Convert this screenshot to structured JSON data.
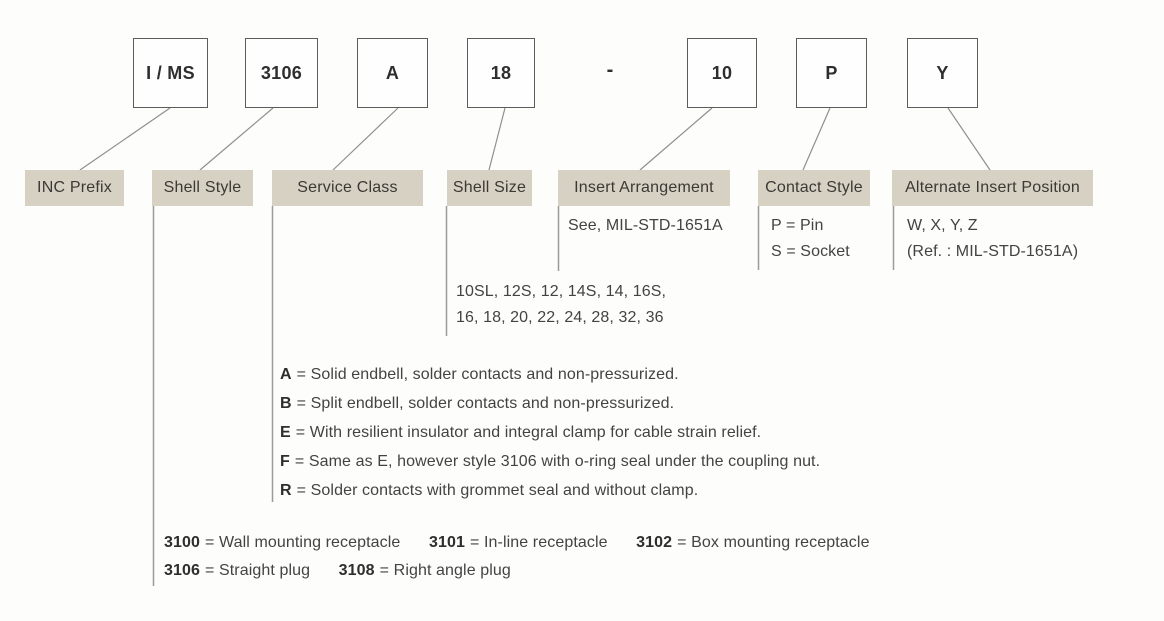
{
  "part_code": {
    "separator": "-",
    "segments": [
      {
        "value": "I / MS",
        "label": "INC Prefix"
      },
      {
        "value": "3106",
        "label": "Shell Style"
      },
      {
        "value": "A",
        "label": "Service Class"
      },
      {
        "value": "18",
        "label": "Shell Size"
      },
      {
        "value": "10",
        "label": "Insert Arrangement"
      },
      {
        "value": "P",
        "label": "Contact Style"
      },
      {
        "value": "Y",
        "label": "Alternate Insert Position"
      }
    ]
  },
  "labels": {
    "inc_prefix": "INC Prefix",
    "shell_style": "Shell Style",
    "service_class": "Service Class",
    "shell_size": "Shell Size",
    "insert_arrangement": "Insert Arrangement",
    "contact_style": "Contact Style",
    "alternate_insert_position": "Alternate Insert Position"
  },
  "notes": {
    "insert_arrangement": "See, MIL-STD-1651A",
    "contact_style": [
      "P = Pin",
      "S = Socket"
    ],
    "alternate_insert_position": [
      "W, X, Y, Z",
      "(Ref. : MIL-STD-1651A)"
    ],
    "shell_size": [
      "10SL, 12S, 12, 14S, 14, 16S,",
      "16, 18, 20, 22, 24, 28, 32, 36"
    ]
  },
  "service_class_options": [
    {
      "code": "A",
      "desc": "= Solid endbell, solder contacts and non-pressurized."
    },
    {
      "code": "B",
      "desc": "= Split endbell, solder contacts and non-pressurized."
    },
    {
      "code": "E",
      "desc": "= With resilient insulator and integral clamp for cable strain relief."
    },
    {
      "code": "F",
      "desc": "= Same as E, however style 3106 with o-ring seal under the coupling nut."
    },
    {
      "code": "R",
      "desc": "= Solder contacts with grommet seal and without clamp."
    }
  ],
  "shell_style_options": {
    "row1": [
      {
        "code": "3100",
        "desc": "= Wall mounting receptacle"
      },
      {
        "code": "3101",
        "desc": "= In-line receptacle"
      },
      {
        "code": "3102",
        "desc": "= Box mounting receptacle"
      }
    ],
    "row2": [
      {
        "code": "3106",
        "desc": "= Straight plug"
      },
      {
        "code": "3108",
        "desc": "= Right angle plug"
      }
    ]
  },
  "colors": {
    "label_bg": "#d7d1c4",
    "line": "#8f8f8f",
    "box_border": "#5c5c5c",
    "text": "#434343"
  }
}
